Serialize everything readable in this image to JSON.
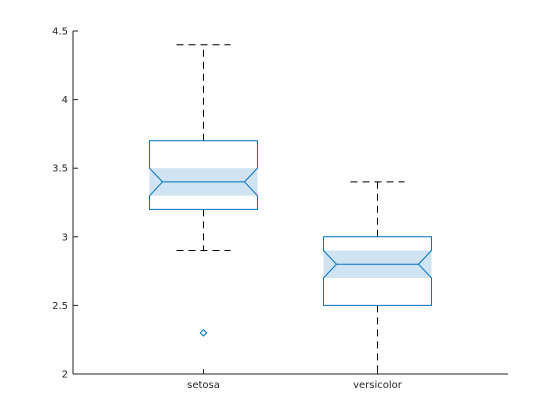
{
  "chart_data": {
    "type": "boxplot",
    "notched": true,
    "title": "",
    "xlabel": "",
    "ylabel": "",
    "ylim": [
      2,
      4.5
    ],
    "yticks": [
      2,
      2.5,
      3,
      3.5,
      4,
      4.5
    ],
    "ytick_labels": [
      "2",
      "2.5",
      "3",
      "3.5",
      "4",
      "4.5"
    ],
    "grid": false,
    "categories": [
      "setosa",
      "versicolor"
    ],
    "boxes": [
      {
        "category": "setosa",
        "whisker_low": 2.9,
        "q1": 3.2,
        "notch_low": 3.3,
        "median": 3.4,
        "notch_high": 3.5,
        "q3": 3.7,
        "whisker_high": 4.4,
        "outliers": [
          2.3
        ]
      },
      {
        "category": "versicolor",
        "whisker_low": 2.0,
        "q1": 2.5,
        "notch_low": 2.7,
        "median": 2.8,
        "notch_high": 2.9,
        "q3": 3.0,
        "whisker_high": 3.4,
        "outliers": []
      }
    ],
    "colors": {
      "box_edge": "#0072bd",
      "notch_fill": "#cfe3f2",
      "whisker": "#000000",
      "outlier": "#0072bd",
      "axis": "#262626"
    }
  }
}
